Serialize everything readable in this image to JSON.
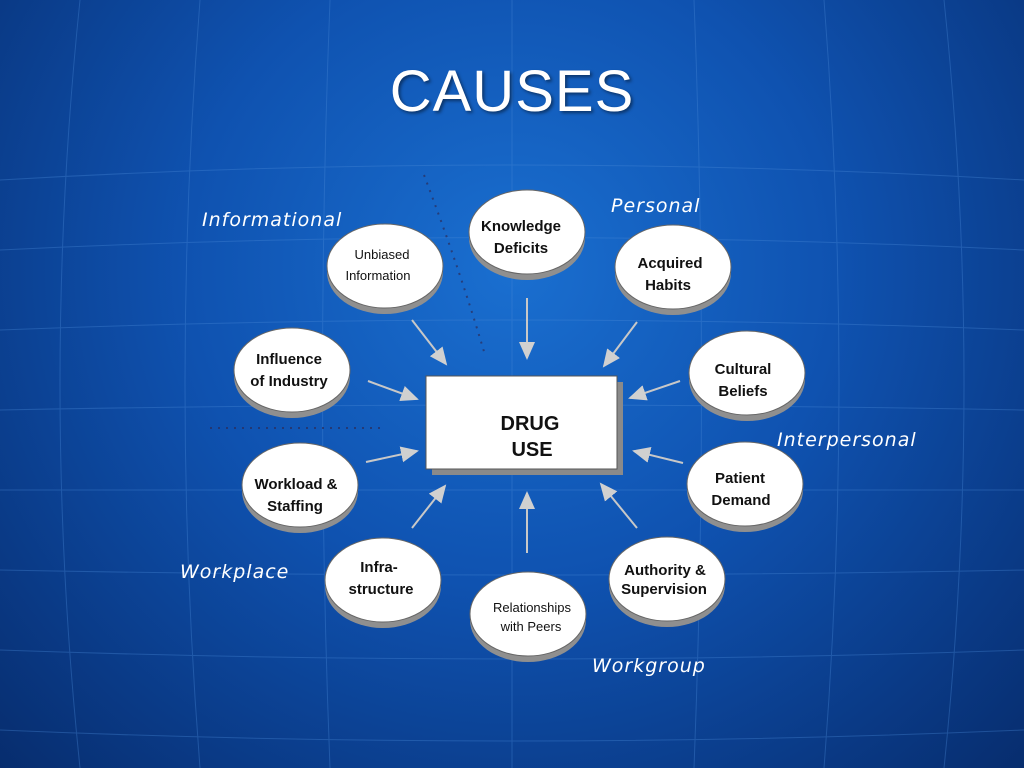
{
  "title": "CAUSES",
  "center": {
    "lines": [
      "DRUG",
      "USE"
    ]
  },
  "groups": {
    "informational": "Informational",
    "personal": "Personal",
    "interpersonal": "Interpersonal",
    "workplace": "Workplace",
    "workgroup": "Workgroup"
  },
  "nodes": {
    "unbiased_information": [
      "Unbiased",
      "Information"
    ],
    "knowledge_deficits": [
      "Knowledge",
      "Deficits"
    ],
    "acquired_habits": [
      "Acquired",
      "Habits"
    ],
    "influence_of_industry": [
      "Influence",
      "of Industry"
    ],
    "cultural_beliefs": [
      "Cultural",
      "Beliefs"
    ],
    "workload_staffing": [
      "Workload &",
      "Staffing"
    ],
    "patient_demand": [
      "Patient",
      "Demand"
    ],
    "infrastructure": [
      "Infra-",
      "structure"
    ],
    "relationships_with_peers": [
      "Relationships",
      "with Peers"
    ],
    "authority_supervision": [
      "Authority &",
      "Supervision"
    ]
  },
  "colors": {
    "background": "#0f52b0",
    "node_fill": "#ffffff",
    "node_shadow": "#9a9a9a",
    "center_fill": "#ffffff",
    "arrow": "#c8c8c8"
  }
}
